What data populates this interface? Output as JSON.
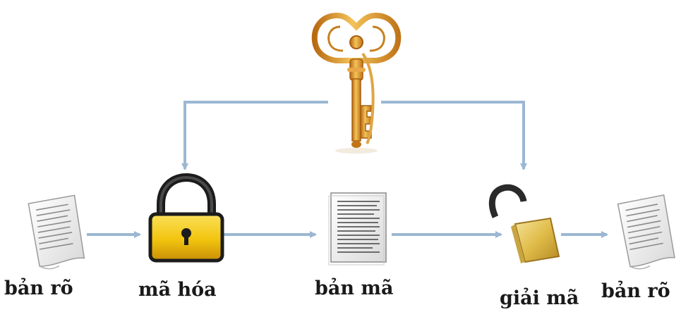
{
  "nodes": [
    {
      "id": "plaintext-in",
      "label": "bản rõ",
      "icon": "document-icon"
    },
    {
      "id": "encrypt",
      "label": "mã hóa",
      "icon": "closed-padlock-icon"
    },
    {
      "id": "ciphertext",
      "label": "bản mã",
      "icon": "document-icon"
    },
    {
      "id": "decrypt",
      "label": "giải mã",
      "icon": "open-padlock-icon"
    },
    {
      "id": "plaintext-out",
      "label": "bản rõ",
      "icon": "document-icon"
    }
  ],
  "key": {
    "icon": "golden-key-icon"
  },
  "colors": {
    "arrow": "#9bb7d2",
    "lock_gold": "#f2c40e",
    "lock_dark": "#1c1c1c",
    "key_gold": "#d9952a",
    "paper": "#f4f4f4"
  }
}
